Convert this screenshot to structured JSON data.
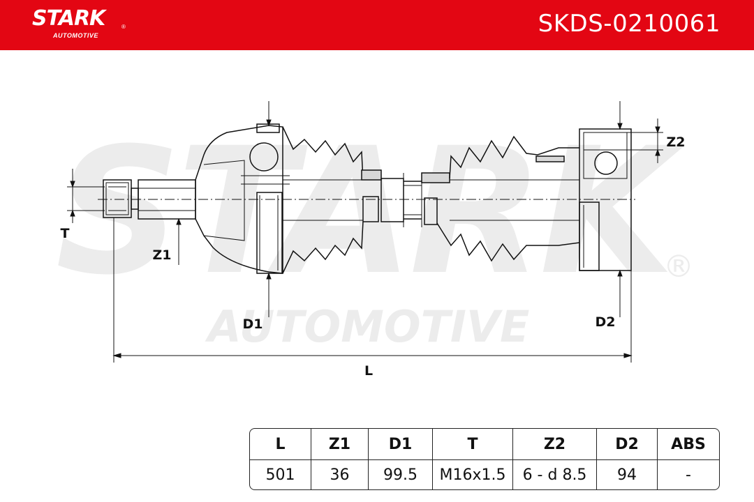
{
  "header": {
    "brand": "STARK",
    "brand_sub": "AUTOMOTIVE",
    "registered": "®",
    "part_number": "SKDS-0210061",
    "color": "#e30613"
  },
  "watermark": {
    "brand": "STARK",
    "sub": "AUTOMOTIVE",
    "registered": "®"
  },
  "diagram": {
    "labels": {
      "T": "T",
      "Z1": "Z1",
      "D1": "D1",
      "D2": "D2",
      "Z2": "Z2",
      "L": "L"
    }
  },
  "spec_table": {
    "headers": [
      "L",
      "Z1",
      "D1",
      "T",
      "Z2",
      "D2",
      "ABS"
    ],
    "values": [
      "501",
      "36",
      "99.5",
      "M16x1.5",
      "6 - d 8.5",
      "94",
      "-"
    ]
  }
}
